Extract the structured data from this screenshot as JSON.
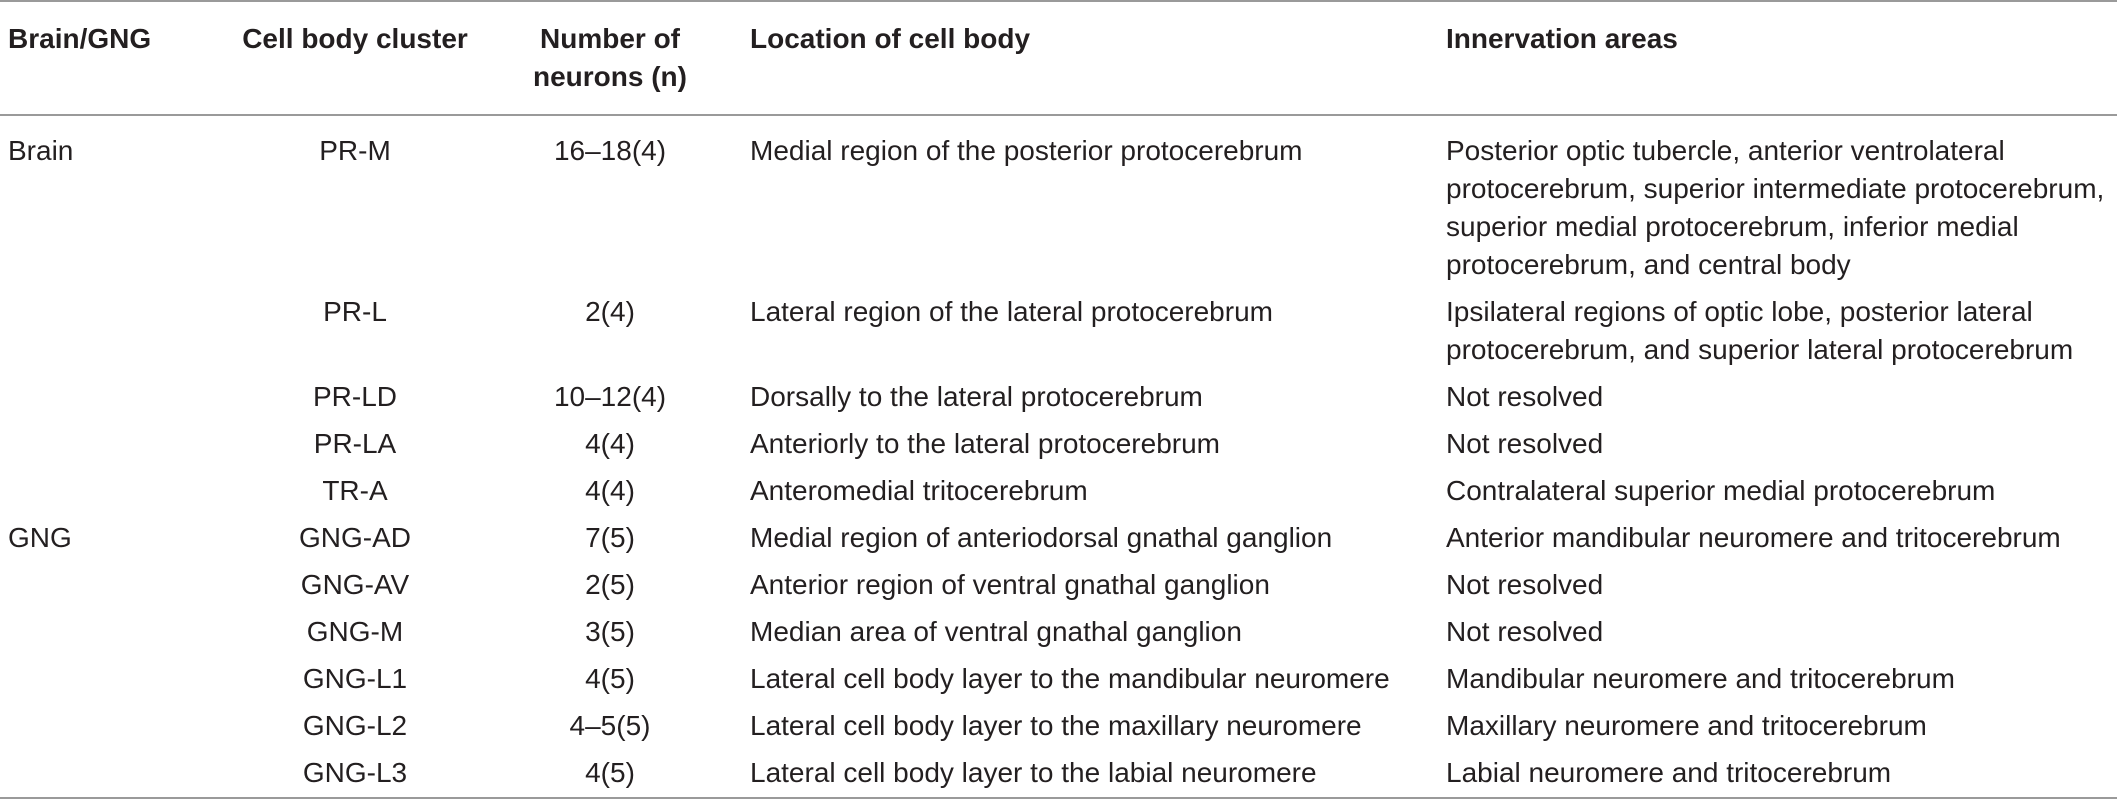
{
  "headers": {
    "brain": "Brain/GNG",
    "cluster": "Cell body cluster",
    "neurons": "Number of neurons (n)",
    "location": "Location of cell body",
    "innervation": "Innervation areas"
  },
  "rows": [
    {
      "group": "Brain",
      "cluster": "PR-M",
      "neurons": "16–18(4)",
      "location": "Medial region of the posterior protocerebrum",
      "innervation": "Posterior optic tubercle, anterior ventrolateral protocerebrum, superior intermediate protocerebrum, superior medial protocerebrum, inferior medial protocerebrum, and central body"
    },
    {
      "group": "",
      "cluster": "PR-L",
      "neurons": "2(4)",
      "location": "Lateral region of the lateral protocerebrum",
      "innervation": "Ipsilateral regions of optic lobe, posterior lateral protocerebrum, and superior lateral protocerebrum"
    },
    {
      "group": "",
      "cluster": "PR-LD",
      "neurons": "10–12(4)",
      "location": "Dorsally to the lateral protocerebrum",
      "innervation": "Not resolved"
    },
    {
      "group": "",
      "cluster": "PR-LA",
      "neurons": "4(4)",
      "location": "Anteriorly to the lateral protocerebrum",
      "innervation": "Not resolved"
    },
    {
      "group": "",
      "cluster": "TR-A",
      "neurons": "4(4)",
      "location": "Anteromedial tritocerebrum",
      "innervation": "Contralateral superior medial protocerebrum"
    },
    {
      "group": "GNG",
      "cluster": "GNG-AD",
      "neurons": "7(5)",
      "location": "Medial region of anteriodorsal gnathal ganglion",
      "innervation": "Anterior mandibular neuromere and tritocerebrum"
    },
    {
      "group": "",
      "cluster": "GNG-AV",
      "neurons": "2(5)",
      "location": "Anterior region of ventral gnathal ganglion",
      "innervation": "Not resolved"
    },
    {
      "group": "",
      "cluster": "GNG-M",
      "neurons": "3(5)",
      "location": "Median area of ventral gnathal ganglion",
      "innervation": "Not resolved"
    },
    {
      "group": "",
      "cluster": "GNG-L1",
      "neurons": "4(5)",
      "location": "Lateral cell body layer to the mandibular neuromere",
      "innervation": "Mandibular neuromere and tritocerebrum"
    },
    {
      "group": "",
      "cluster": "GNG-L2",
      "neurons": "4–5(5)",
      "location": "Lateral cell body layer to the maxillary neuromere",
      "innervation": "Maxillary neuromere and tritocerebrum"
    },
    {
      "group": "",
      "cluster": "GNG-L3",
      "neurons": "4(5)",
      "location": "Lateral cell body layer to the labial neuromere",
      "innervation": "Labial neuromere and tritocerebrum"
    }
  ]
}
